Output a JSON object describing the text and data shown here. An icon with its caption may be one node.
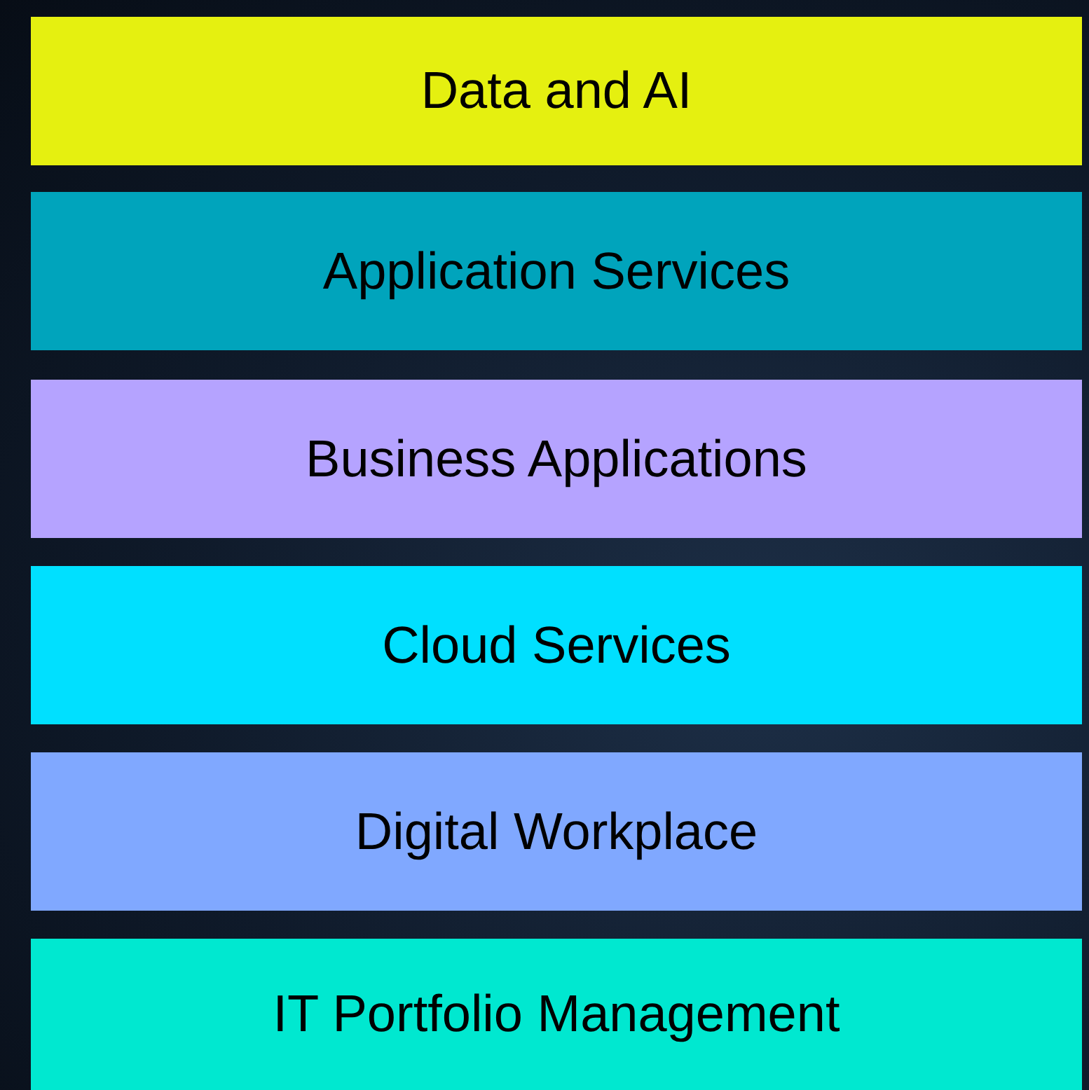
{
  "diagram": {
    "nodes": [
      {
        "text": [
          "Data and AI"
        ]
      },
      {
        "text": [
          "Application Services"
        ]
      },
      {
        "text": [
          "Business Applications"
        ]
      },
      {
        "text": [
          "Cloud Services"
        ]
      },
      {
        "text": [
          "Digital Workplace"
        ]
      },
      {
        "text": [
          "IT Portfolio Management"
        ]
      }
    ]
  }
}
